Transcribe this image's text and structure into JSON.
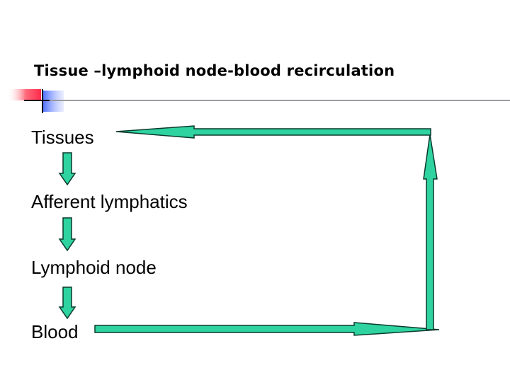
{
  "slide": {
    "title": "Tissue –lymphoid node-blood recirculation"
  },
  "diagram": {
    "nodes": [
      {
        "id": "tissues",
        "label": "Tissues"
      },
      {
        "id": "afferent",
        "label": "Afferent lymphatics"
      },
      {
        "id": "lymph-node",
        "label": "Lymphoid node"
      },
      {
        "id": "blood",
        "label": "Blood"
      }
    ],
    "edges": [
      {
        "from": "tissues",
        "to": "afferent"
      },
      {
        "from": "afferent",
        "to": "lymph-node"
      },
      {
        "from": "lymph-node",
        "to": "blood"
      },
      {
        "from": "blood",
        "to": "tissues",
        "route": "right-loop"
      }
    ],
    "colors": {
      "arrow_fill": "#2ed3a0",
      "arrow_stroke": "#0a3a2c",
      "rule": "#9a9aa0",
      "accent_red": "#ff2a4a",
      "accent_blue": "#4a6cff"
    }
  }
}
